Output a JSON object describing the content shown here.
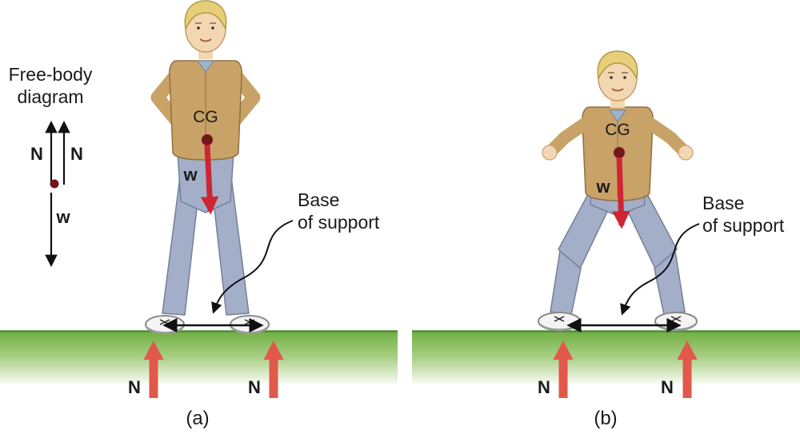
{
  "figure": {
    "free_body": {
      "title_line1": "Free-body",
      "title_line2": "diagram",
      "n_left": "N",
      "n_right": "N",
      "w": "w"
    },
    "panel_a": {
      "caption": "(a)",
      "cg": "CG",
      "w": "w",
      "base_line1": "Base",
      "base_line2": "of support",
      "n_left": "N",
      "n_right": "N"
    },
    "panel_b": {
      "caption": "(b)",
      "cg": "CG",
      "w": "w",
      "base_line1": "Base",
      "base_line2": "of support",
      "n_left": "N",
      "n_right": "N"
    },
    "colors": {
      "normal_arrow": "#e2584b",
      "weight_arrow": "#cf2433",
      "cg_dot": "#73161c",
      "ground_green": "#6fae41",
      "shirt": "#c9a268",
      "pants": "#a3aec8",
      "skin": "#f3d7b2",
      "hair": "#e7cf7a",
      "text": "#1a1a1a"
    }
  }
}
